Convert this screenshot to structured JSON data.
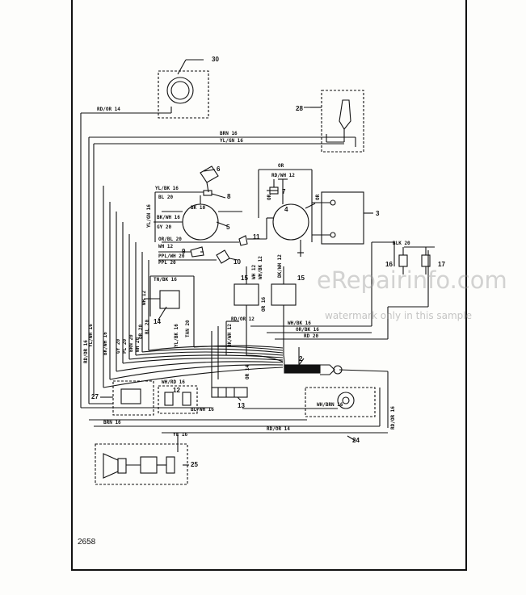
{
  "page": {
    "page_number": "2658"
  },
  "watermark": {
    "site": "eRepairinfo.com",
    "note": "watermark only in this sample"
  },
  "callouts": {
    "c2": "2",
    "c4": "4",
    "c3": "3",
    "c5": "5",
    "c6": "6",
    "c7": "7",
    "c8": "8",
    "c9": "9",
    "c10": "10",
    "c11": "11",
    "c12": "12",
    "c13": "13",
    "c14": "14",
    "c15a": "15",
    "c15b": "15",
    "c16": "16",
    "c17": "17",
    "c24": "24",
    "c25": "25",
    "c27": "27",
    "c28": "28",
    "c30": "30"
  },
  "wires": {
    "rd_or_14_top": "RD/OR 14",
    "brn_16_top": "BRN 16",
    "yl_gn_16_top": "YL/GN 16",
    "or_top": "OR",
    "rd_wh_12": "RD/WH 12",
    "yl_bk_16": "YL/BK 16",
    "bl_20_a": "BL 20",
    "bk_10": "BK 10",
    "bk_wh_16": "BK/WH 16",
    "gy_20": "GY 20",
    "or_bl_20": "OR/BL 20",
    "wh_12_a": "WH 12",
    "ppl_20": "PPL 20",
    "ppl_wh_20": "PPL/WH 20",
    "tn_bk_16": "TN/BK 16",
    "wh_12_b": "WH 12",
    "or_v": "OR",
    "or_v2": "OR",
    "bl_20_b": "BL 20",
    "blk_20": "BLK 20",
    "bk_wh_12": "BK/WH 12",
    "or_16": "OR 16",
    "yl_gn_16": "YL/GN 16",
    "tan_20": "TAN 20",
    "yl_bk_16_v": "YL/BK 16",
    "wh_bk_16": "WH/BK 16",
    "or_bk_16": "OR/BK 16",
    "rd_20": "RD 20",
    "rd_or_12": "RD/OR 12",
    "wh_rd_16": "WH/RD 16",
    "bl_wh_16": "BL/WH 16",
    "brn_16_bot": "BRN 16",
    "rd_or_14_bot": "RD/OR 14",
    "wh_brn_16": "WH/BRN 16",
    "yl_16": "YL 16",
    "rd_or_16_v": "RD/OR 16",
    "yl_wh_16": "YL/WH 16",
    "bk_wh_16_v": "BK/WH 16",
    "gy_20_v": "GY 20",
    "pl_20_v": "PL 20",
    "brn_20_v": "BRN 20",
    "wh_20_v": "WH 20",
    "or_20_v": "OR 20",
    "bl_20_v": "BL 20",
    "rd_or_16_right": "RD/OR 16",
    "or_14": "OR 14",
    "dk_wh_12": "DK/WH 12",
    "wh_bk_12": "WH/BK 12"
  }
}
